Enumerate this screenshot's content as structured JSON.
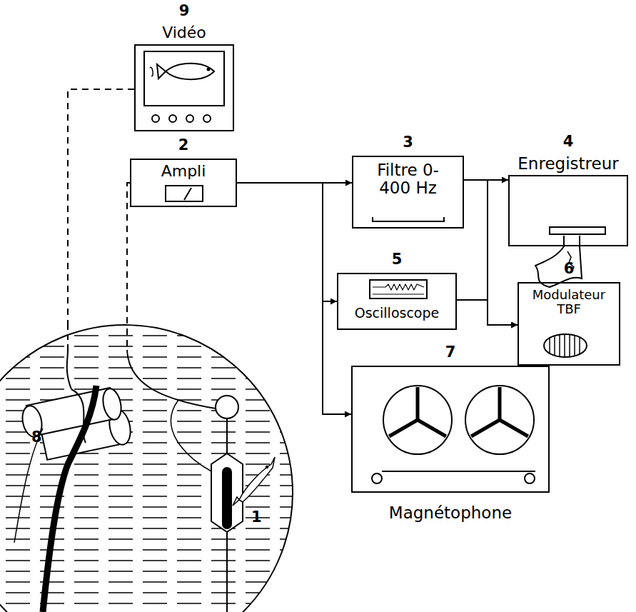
{
  "diagram": {
    "nodes": [
      {
        "text": [
          "9",
          "Vidéo"
        ]
      },
      {
        "text": [
          "2",
          "Ampli"
        ]
      },
      {
        "text": [
          "3",
          "Filtre 0-400 Hz"
        ]
      },
      {
        "text": [
          "4",
          "Enregistreur"
        ]
      },
      {
        "text": [
          "5",
          "Oscilloscope"
        ]
      },
      {
        "text": [
          "6",
          "Modulateur TBF"
        ]
      },
      {
        "text": [
          "7",
          "Magnétophone"
        ]
      }
    ],
    "edges": [
      {
        "from": 1,
        "to": 2,
        "arrow": "to"
      },
      {
        "from": 1,
        "to": 4,
        "arrow": "to"
      },
      {
        "from": 1,
        "to": 6,
        "arrow": "to"
      },
      {
        "from": 2,
        "to": 3,
        "arrow": "to"
      },
      {
        "from": 2,
        "to": 5,
        "arrow": "to"
      },
      {
        "from": 4,
        "to": 5,
        "arrow": "to"
      }
    ],
    "labels": [
      "8",
      "1"
    ]
  }
}
